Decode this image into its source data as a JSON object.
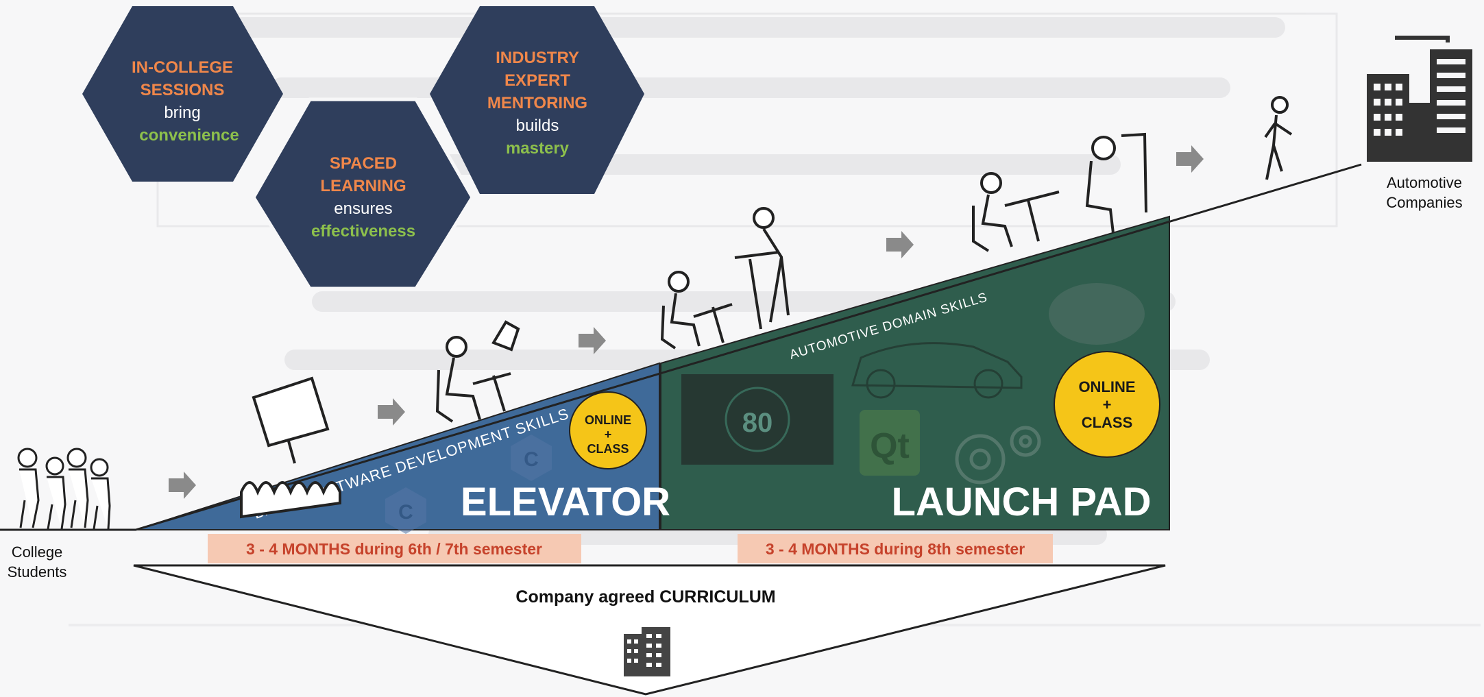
{
  "hexagons": [
    {
      "title": [
        "IN-COLLEGE",
        "SESSIONS"
      ],
      "verb": "bring",
      "benefit": "convenience"
    },
    {
      "title": [
        "SPACED",
        "LEARNING"
      ],
      "verb": "ensures",
      "benefit": "effectiveness"
    },
    {
      "title": [
        "INDUSTRY",
        "EXPERT",
        "MENTORING"
      ],
      "verb": "builds",
      "benefit": "mastery"
    }
  ],
  "start_label": [
    "College",
    "Students"
  ],
  "end_label": [
    "Automotive",
    "Companies"
  ],
  "elevator": {
    "name": "ELEVATOR",
    "skills": "BASIC SOFTWARE DEVELOPMENT SKILLS",
    "badge": [
      "ONLINE",
      "+",
      "CLASS"
    ],
    "duration": "3 - 4 MONTHS during 6th / 7th semester"
  },
  "launch_pad": {
    "name": "LAUNCH PAD",
    "skills": "AUTOMOTIVE DOMAIN SKILLS",
    "badge": [
      "ONLINE",
      "+",
      "CLASS"
    ],
    "duration": "3 - 4 MONTHS during 8th semester",
    "dash_reading": "80",
    "logo_text": "Qt"
  },
  "curriculum": "Company agreed CURRICULUM",
  "colors": {
    "hexagon": "#2f3e5c",
    "hex_title": "#f0874a",
    "hex_benefit": "#8dc04c",
    "elevator": "#3f6a99",
    "launch_pad": "#2f5d4d",
    "badge": "#f5c518",
    "duration_bg": "#f6c9b3",
    "duration_text": "#c6422b",
    "arrow": "#8a8a8a"
  },
  "icons": [
    "people-group-icon",
    "building-icon",
    "arrow-icon",
    "presentation-icon",
    "student-desk-icon",
    "teacher-icon",
    "walking-person-icon",
    "car-icon",
    "dashboard-icon",
    "gear-icon",
    "c-language-icon",
    "qt-logo-icon"
  ]
}
